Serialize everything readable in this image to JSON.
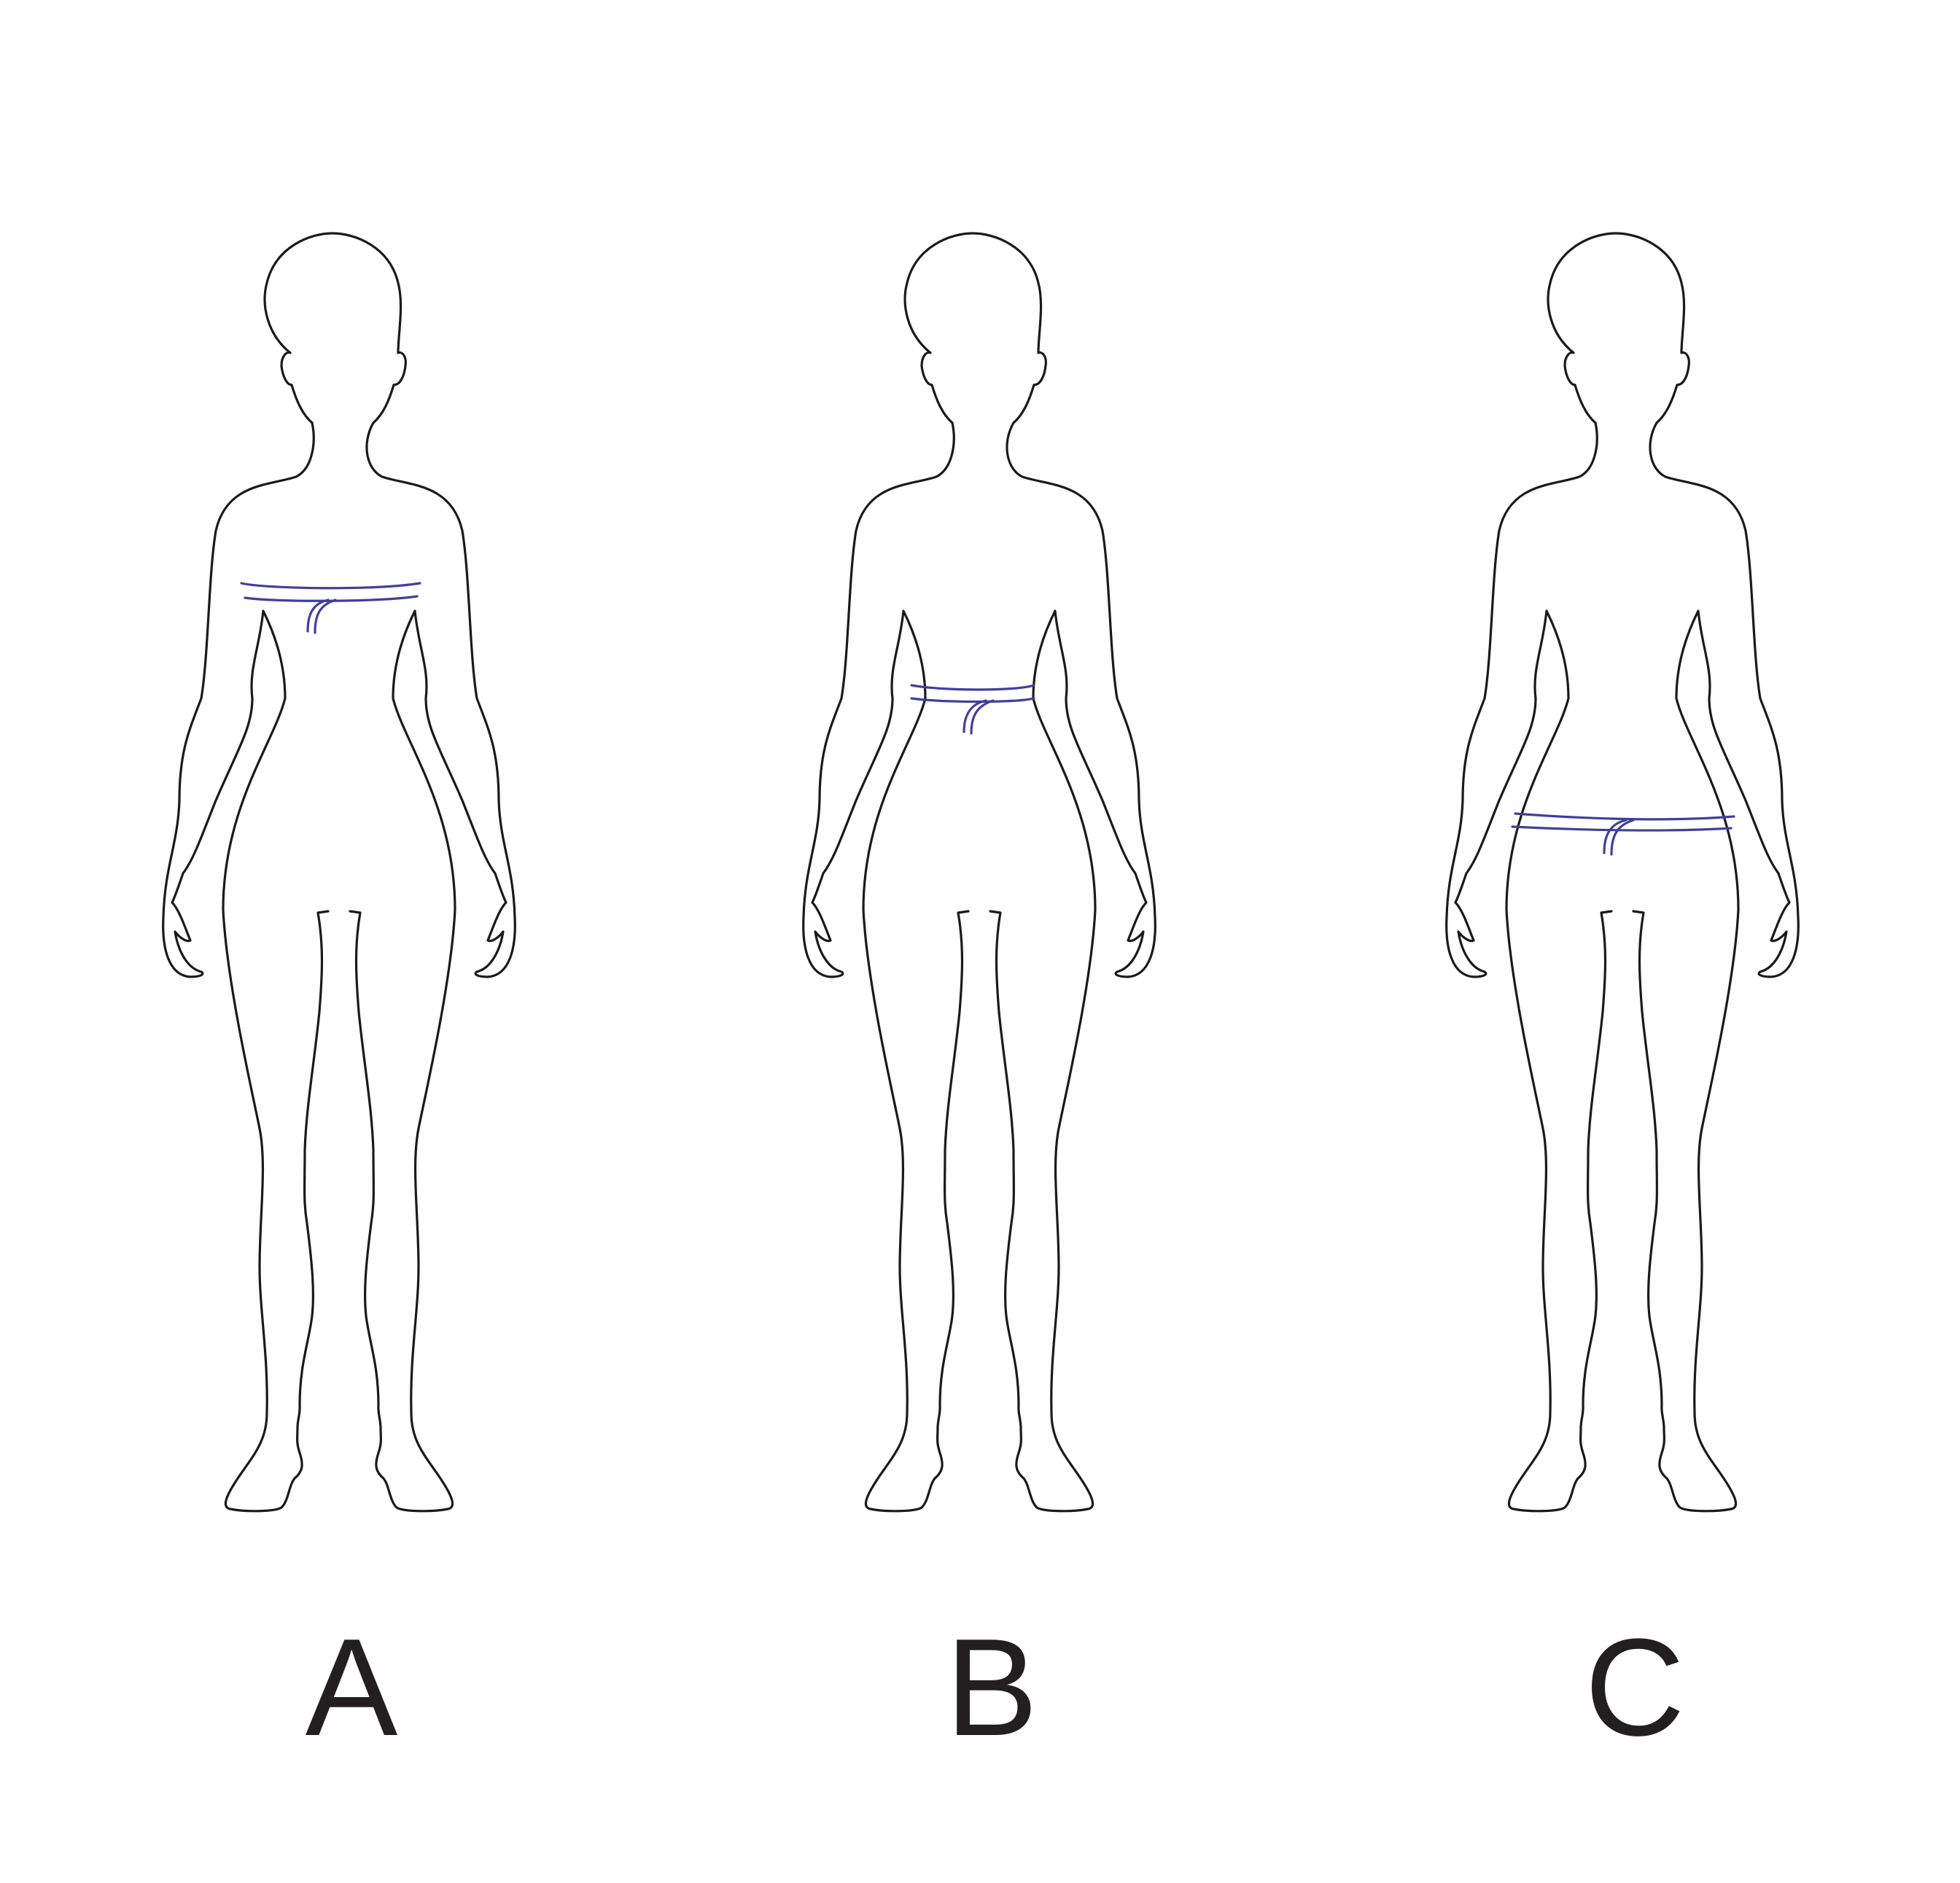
{
  "colors": {
    "outline": "#1a1a1a",
    "tape": "#3f3f9f",
    "label": "#231f20",
    "background": "#ffffff"
  },
  "figures": [
    {
      "label": "A",
      "tape_position": "bust"
    },
    {
      "label": "B",
      "tape_position": "waist"
    },
    {
      "label": "C",
      "tape_position": "hips"
    }
  ]
}
